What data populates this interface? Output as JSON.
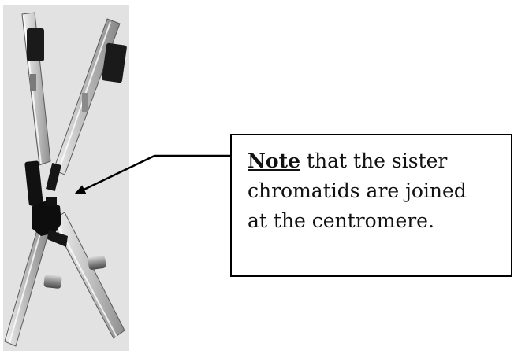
{
  "figure": {
    "subject": "chromosome-with-sister-chromatids",
    "background_color": "#e2e2e2",
    "chromatid_color": "#c9c9c9",
    "band_color": "#1a1a1a"
  },
  "callout": {
    "keyword": "Note",
    "rest_line1": " that the sister",
    "line2": "chromatids are joined",
    "line3": "at the centromere."
  },
  "pointer": {
    "icon": "arrow-icon",
    "color": "#000000"
  }
}
